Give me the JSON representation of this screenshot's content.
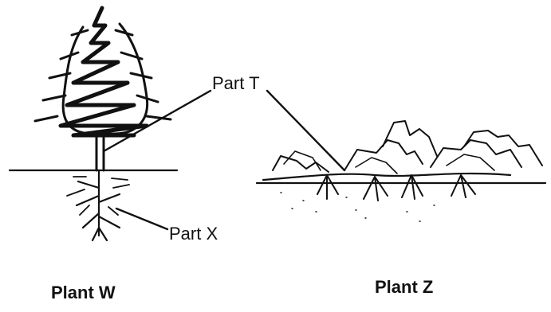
{
  "labels": {
    "part_t": "Part T",
    "part_x": "Part X",
    "plant_w": "Plant W",
    "plant_z": "Plant Z"
  },
  "colors": {
    "ink": "#111111",
    "background": "#ffffff"
  },
  "icons": {
    "tree": "tree-icon",
    "creeper": "creeping-plant-icon"
  }
}
